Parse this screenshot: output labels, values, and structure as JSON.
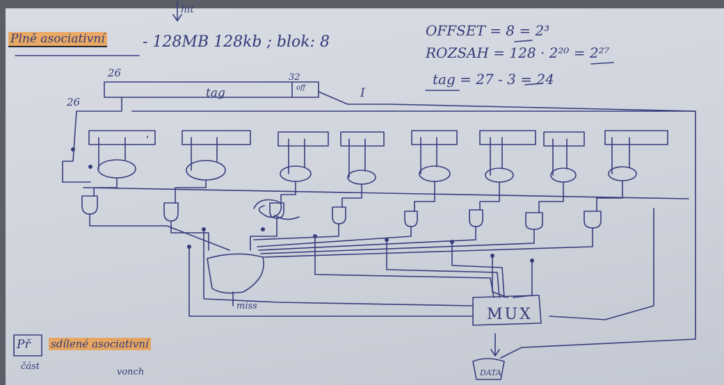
{
  "title": "Plně asociativní",
  "spec": "- 128MB 128kb ; blok: 8",
  "calc": {
    "offset": "OFFSET = 8 = 2³",
    "rozsah": "ROZSAH = 128 · 2²⁰ = 2²⁷",
    "tag": "tag = 27 - 3 = 24"
  },
  "address": {
    "top_left_number": "26",
    "top_right_number": "32",
    "side_number": "26",
    "tag_label": "tag",
    "offset_label": "off",
    "input_label": "I"
  },
  "top_note": "hit",
  "mux_label": "MUX",
  "miss_label": "miss",
  "data_label": "DATA",
  "bottom": {
    "label": "Př",
    "subtitle": "sdílené asociativní",
    "cast": "část",
    "vonch": "vonch"
  },
  "colors": {
    "paper": "#d2d6de",
    "ink": "#343b78",
    "highlight": "#ef983a"
  }
}
